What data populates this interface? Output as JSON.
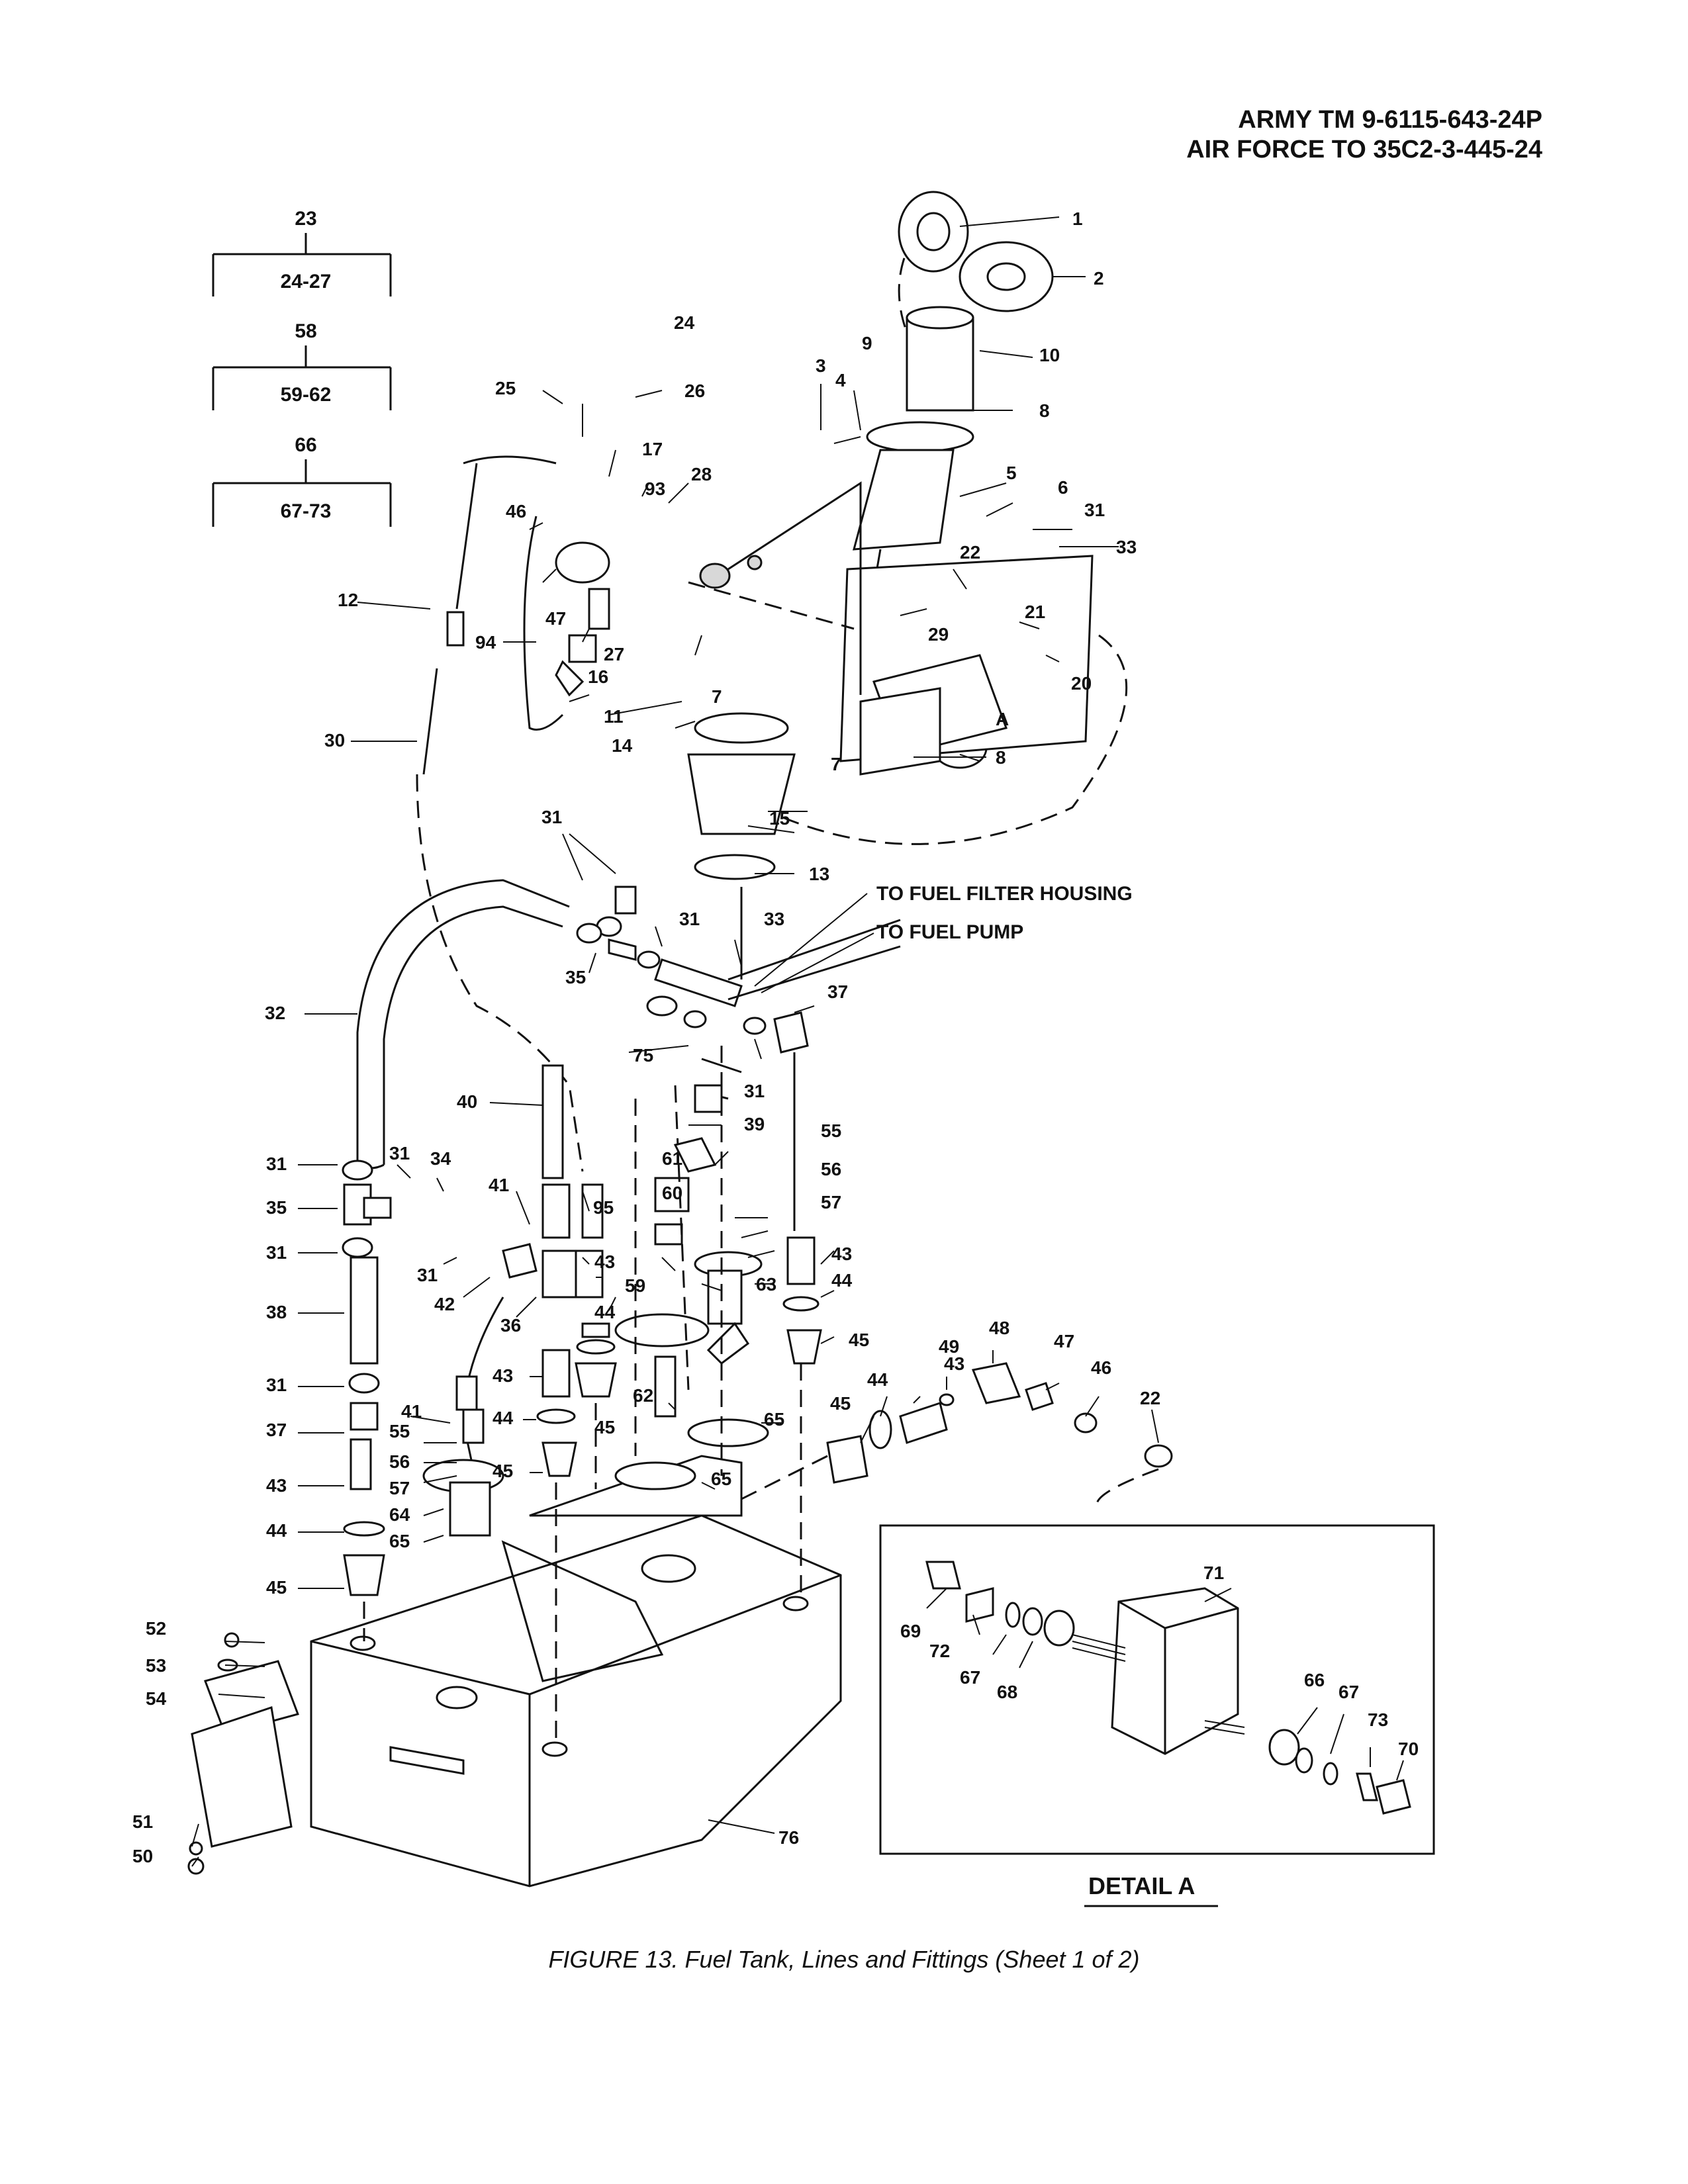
{
  "header": {
    "line1": "ARMY TM 9-6115-643-24P",
    "line2": "AIR FORCE TO 35C2-3-445-24"
  },
  "tree": [
    {
      "parent": "23",
      "children": "24-27"
    },
    {
      "parent": "58",
      "children": "59-62"
    },
    {
      "parent": "66",
      "children": "67-73"
    }
  ],
  "callouts": {
    "c1": "1",
    "c2": "2",
    "c3": "3",
    "c4": "4",
    "c5": "5",
    "c6": "6",
    "c7a": "7",
    "c7b": "7",
    "c8a": "8",
    "c8b": "8",
    "c9": "9",
    "c10": "10",
    "c11": "11",
    "c12": "12",
    "c13": "13",
    "c14": "14",
    "c15": "15",
    "c16": "16",
    "c17": "17",
    "c20": "20",
    "c21": "21",
    "c22a": "22",
    "c22b": "22",
    "c24": "24",
    "c25": "25",
    "c26": "26",
    "c27": "27",
    "c28": "28",
    "c29": "29",
    "c30": "30",
    "c31a": "31",
    "c31b": "31",
    "c31c": "31",
    "c31d": "31",
    "c31e": "31",
    "c31f": "31",
    "c31g": "31",
    "c31h": "31",
    "c31i": "31",
    "c32": "32",
    "c33a": "33",
    "c33b": "33",
    "c34": "34",
    "c35a": "35",
    "c35b": "35",
    "c36": "36",
    "c37a": "37",
    "c37b": "37",
    "c38": "38",
    "c39": "39",
    "c40": "40",
    "c41a": "41",
    "c41b": "41",
    "c42": "42",
    "c43a": "43",
    "c43b": "43",
    "c43c": "43",
    "c43d": "43",
    "c43e": "43",
    "c44a": "44",
    "c44b": "44",
    "c44c": "44",
    "c44d": "44",
    "c44e": "44",
    "c45a": "45",
    "c45b": "45",
    "c45c": "45",
    "c45d": "45",
    "c45e": "45",
    "c46a": "46",
    "c46b": "46",
    "c47a": "47",
    "c47b": "47",
    "c48": "48",
    "c49": "49",
    "c50": "50",
    "c51": "51",
    "c52": "52",
    "c53": "53",
    "c54": "54",
    "c55a": "55",
    "c55b": "55",
    "c56a": "56",
    "c56b": "56",
    "c57a": "57",
    "c57b": "57",
    "c59": "59",
    "c60": "60",
    "c61": "61",
    "c62": "62",
    "c63": "63",
    "c64": "64",
    "c65a": "65",
    "c65b": "65",
    "c65c": "65",
    "c66": "66",
    "c67a": "67",
    "c67b": "67",
    "c68": "68",
    "c69": "69",
    "c70": "70",
    "c71": "71",
    "c72": "72",
    "c73": "73",
    "c75": "75",
    "c76": "76",
    "c93": "93",
    "c94": "94",
    "c95": "95",
    "cA": "A"
  },
  "notes": {
    "filter": "TO FUEL FILTER HOUSING",
    "pump": "TO FUEL PUMP"
  },
  "detail": {
    "title": "DETAIL A"
  },
  "caption": "FIGURE 13.  Fuel Tank, Lines and Fittings (Sheet 1 of 2)"
}
